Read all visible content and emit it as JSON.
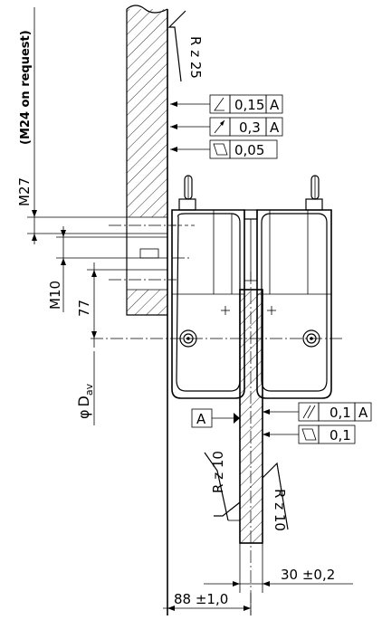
{
  "surface": {
    "roughness_upper": "R z 25",
    "roughness_lower_left": "R z 10",
    "roughness_lower_right": "R z 10"
  },
  "tolerance_frames": [
    {
      "symbol_icon": "angularity-icon",
      "value": "0,15",
      "datum": "A"
    },
    {
      "symbol_icon": "runout-icon",
      "value": "0,3",
      "datum": "A"
    },
    {
      "symbol_icon": "flatness-icon",
      "value": "0,05",
      "datum": ""
    }
  ],
  "disc_tolerances": [
    {
      "symbol_icon": "parallelism-icon",
      "value": "0,1",
      "datum": "A"
    },
    {
      "symbol_icon": "flatness-icon",
      "value": "0,1",
      "datum": ""
    }
  ],
  "datum": {
    "label": "A"
  },
  "dimensions": {
    "thread_main": "M27",
    "thread_note": "(M24 on request)",
    "thread_small": "M10",
    "offset": "77",
    "diameter_prefix": "φ",
    "diameter_label": "D",
    "diameter_subscript": "av",
    "disc_thickness": "30 ±0,2",
    "mount_distance": "88 ±1,0"
  },
  "colors": {
    "line": "#000000",
    "background": "#ffffff"
  }
}
